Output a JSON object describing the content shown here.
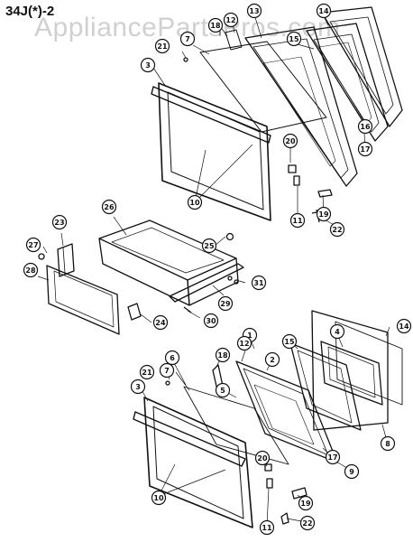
{
  "diagram": {
    "title": "34J(*)-2",
    "watermark": "AppliancePartsPros.com"
  },
  "callouts": [
    {
      "label": "14"
    },
    {
      "label": "13"
    },
    {
      "label": "12"
    },
    {
      "label": "18"
    },
    {
      "label": "7"
    },
    {
      "label": "15"
    },
    {
      "label": "21"
    },
    {
      "label": "3"
    },
    {
      "label": "16"
    },
    {
      "label": "17"
    },
    {
      "label": "20"
    },
    {
      "label": "10"
    },
    {
      "label": "11"
    },
    {
      "label": "19"
    },
    {
      "label": "22"
    },
    {
      "label": "26"
    },
    {
      "label": "23"
    },
    {
      "label": "27"
    },
    {
      "label": "25"
    },
    {
      "label": "28"
    },
    {
      "label": "31"
    },
    {
      "label": "29"
    },
    {
      "label": "24"
    },
    {
      "label": "30"
    },
    {
      "label": "1"
    },
    {
      "label": "14"
    },
    {
      "label": "4"
    },
    {
      "label": "18"
    },
    {
      "label": "12"
    },
    {
      "label": "15"
    },
    {
      "label": "6"
    },
    {
      "label": "7"
    },
    {
      "label": "2"
    },
    {
      "label": "21"
    },
    {
      "label": "5"
    },
    {
      "label": "3"
    },
    {
      "label": "17"
    },
    {
      "label": "8"
    },
    {
      "label": "9"
    },
    {
      "label": "20"
    },
    {
      "label": "10"
    },
    {
      "label": "19"
    },
    {
      "label": "11"
    },
    {
      "label": "22"
    }
  ]
}
